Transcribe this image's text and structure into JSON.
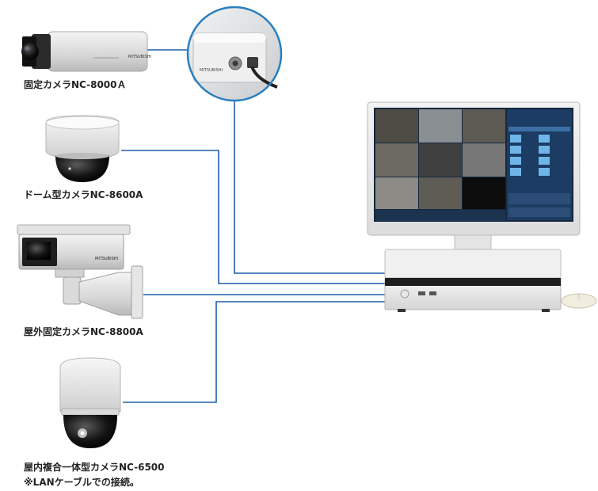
{
  "cameras": [
    {
      "label": "固定カメラNC-8000Ａ",
      "icon": "box-camera-icon"
    },
    {
      "label": "ドーム型カメラNC-8600A",
      "icon": "dome-camera-icon"
    },
    {
      "label": "屋外固定カメラNC-8800A",
      "icon": "outdoor-housing-camera-icon"
    },
    {
      "label": "屋内複合一体型カメラNC-6500",
      "icon": "ptz-camera-icon"
    }
  ],
  "note": "※LANケーブルでの接続。",
  "camera_brand": "MITSUBISHI",
  "colors": {
    "cable": "#1f5fa8",
    "zoom_ring": "#2a7fc0",
    "screen_bg": "#14283e"
  }
}
